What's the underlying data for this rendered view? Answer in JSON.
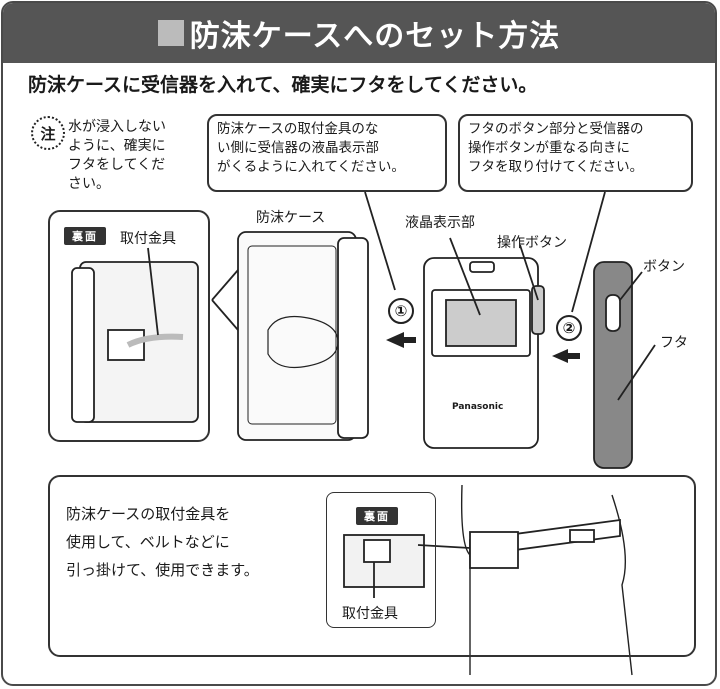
{
  "header": {
    "title": "防沫ケースへのセット方法"
  },
  "subtitle": "防沫ケースに受信器を入れて、確実にフタをしてください。",
  "note": {
    "mark": "注",
    "text": "水が浸入しない\nように、確実に\nフタをしてくだ\nさい。"
  },
  "bubble1": {
    "text": "防沫ケースの取付金具のな\nい側に受信器の液晶表示部\nがくるように入れてください。"
  },
  "bubble2": {
    "text": "フタのボタン部分と受信器の\n操作ボタンが重なる向きに\nフタを取り付けてください。"
  },
  "back_badge": "裏面",
  "labels": {
    "bracket": "取付金具",
    "case": "防沫ケース",
    "display": "液晶表示部",
    "operation_button": "操作ボタン",
    "button": "ボタン",
    "lid": "フタ",
    "brand": "Panasonic",
    "step1": "①",
    "step2": "②"
  },
  "bottom": {
    "text": "防沫ケースの取付金具を\n使用して、ベルトなどに\n引っ掛けて、使用できます。",
    "badge": "裏面",
    "bracket_label": "取付金具"
  }
}
